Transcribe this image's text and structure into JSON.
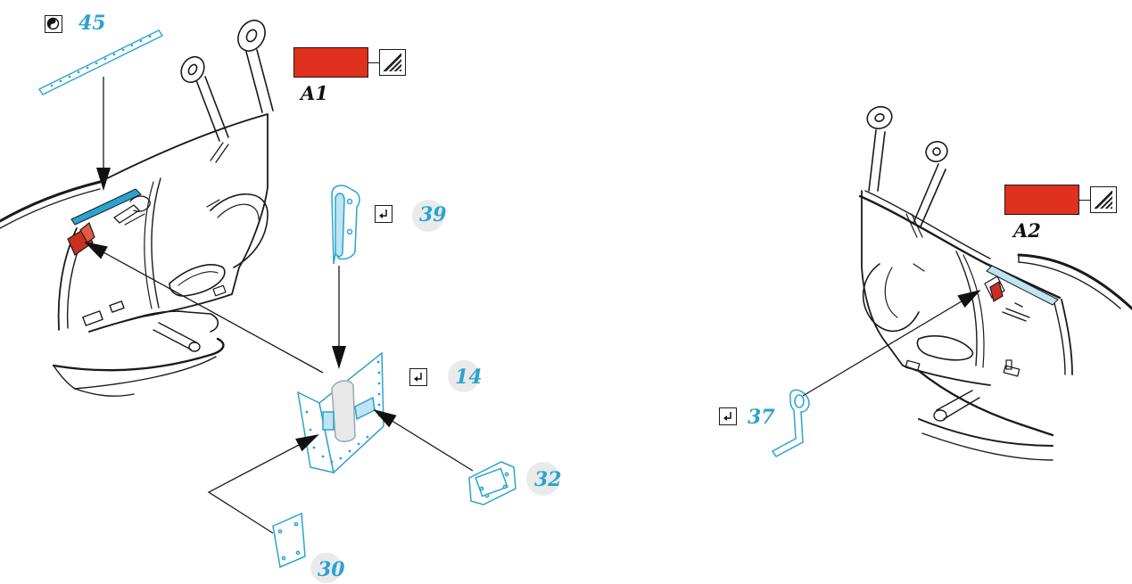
{
  "colors": {
    "part_blue": "#2aa3cf",
    "photo_etch_fill": "#bfe4f3",
    "paint_red": "#e0301e",
    "red_part": "#c9301f",
    "line": "#1a1a1a"
  },
  "icons": {
    "photo_etch": "photo-etch-symbol",
    "bend": "bend-arrow-symbol",
    "glossy": "glossy-finish-symbol"
  },
  "left_view": {
    "part_45": "45",
    "part_39": "39",
    "part_14": "14",
    "part_32": "32",
    "part_30": "30",
    "paint_callout": "A1"
  },
  "right_view": {
    "part_37": "37",
    "paint_callout": "A2"
  }
}
